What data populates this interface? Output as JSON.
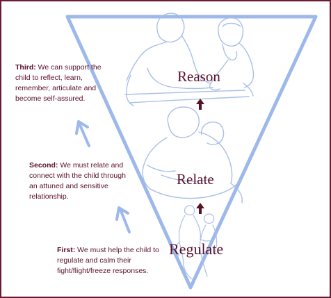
{
  "notes": [
    {
      "heading": "Third:",
      "text": "We can support the child to reflect, learn, remember, articulate and become self-assured."
    },
    {
      "heading": "Second:",
      "text": "We must relate and connect with the child through an attuned and sensitive relationship."
    },
    {
      "heading": "First:",
      "text": "We must help the child to regulate and calm their fight/flight/freeze responses."
    }
  ],
  "stages": {
    "top": "Reason",
    "middle": "Relate",
    "bottom": "Regulate"
  },
  "colors": {
    "border": "#6b1a33",
    "text": "#5a1027",
    "triangle": "#9db8ea",
    "figures": "#a9bfe8",
    "up_arrow": "#5a1027"
  }
}
